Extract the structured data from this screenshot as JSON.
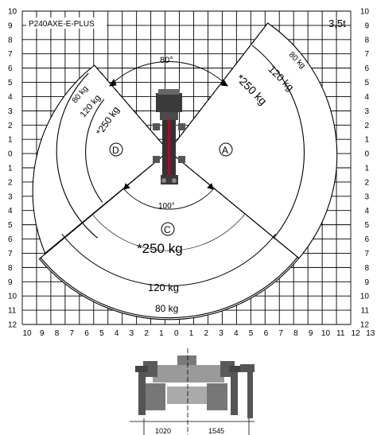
{
  "model": "P240AXE-E-PLUS",
  "capacity": "3,5t",
  "angles": {
    "top": "80°",
    "bottom": "100°"
  },
  "zones": {
    "a": "A",
    "c": "C",
    "d": "D"
  },
  "loads": {
    "right_80": "80 kg",
    "right_120": "120 kg",
    "right_250": "*250 kg",
    "left_80": "80 kg",
    "left_120": "120 kg",
    "left_250": "*250 kg",
    "bottom_250": "*250 kg",
    "bottom_120": "120 kg",
    "bottom_80": "80 kg"
  },
  "axes": {
    "y_ticks": [
      "10",
      "9",
      "8",
      "7",
      "6",
      "5",
      "4",
      "3",
      "2",
      "1",
      "0",
      "1",
      "2",
      "3",
      "4",
      "5",
      "6",
      "7",
      "8",
      "9",
      "10",
      "11",
      "12"
    ],
    "x_ticks": [
      "10",
      "9",
      "8",
      "7",
      "6",
      "5",
      "4",
      "3",
      "2",
      "1",
      "0",
      "1",
      "2",
      "3",
      "4",
      "5",
      "6",
      "7",
      "8",
      "9",
      "10",
      "11",
      "12",
      "13"
    ]
  },
  "dimensions": {
    "left": "1020",
    "right": "1545"
  }
}
